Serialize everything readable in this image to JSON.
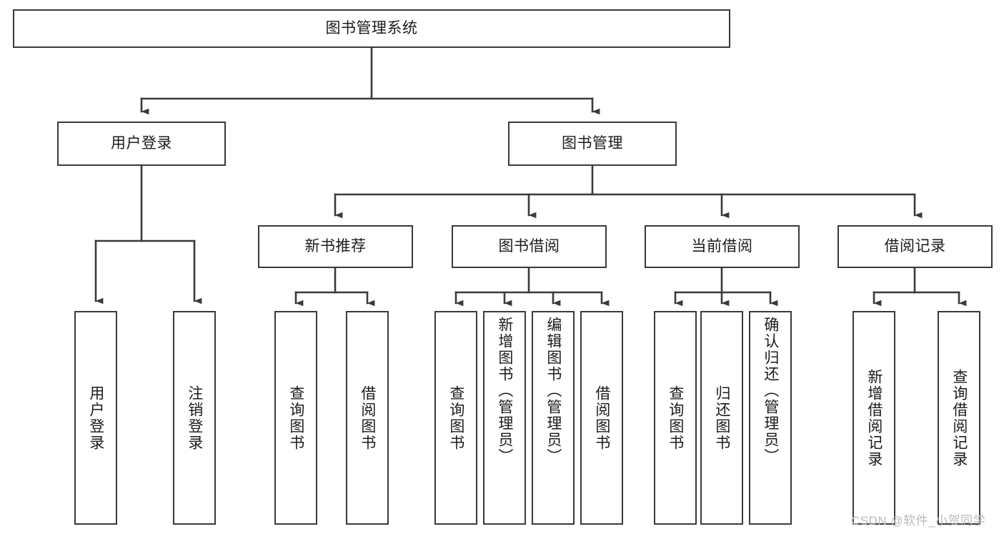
{
  "diagram": {
    "type": "hierarchy-tree",
    "title": "图书管理系统",
    "root": {
      "id": "root",
      "label": "图书管理系统"
    },
    "level2": [
      {
        "id": "user-login",
        "label": "用户登录"
      },
      {
        "id": "book-management",
        "label": "图书管理"
      }
    ],
    "level3": [
      {
        "id": "new-book-recommend",
        "label": "新书推荐",
        "parent": "book-management"
      },
      {
        "id": "book-borrow",
        "label": "图书借阅",
        "parent": "book-management"
      },
      {
        "id": "current-borrow",
        "label": "当前借阅",
        "parent": "book-management"
      },
      {
        "id": "borrow-record",
        "label": "借阅记录",
        "parent": "book-management"
      }
    ],
    "leaves": [
      {
        "id": "leaf-user-login",
        "label": "用户登录",
        "parent": "user-login"
      },
      {
        "id": "leaf-logout-login",
        "label": "注销登录",
        "parent": "user-login"
      },
      {
        "id": "leaf-query-book-1",
        "label": "查询图书",
        "parent": "new-book-recommend"
      },
      {
        "id": "leaf-borrow-book-1",
        "label": "借阅图书",
        "parent": "new-book-recommend"
      },
      {
        "id": "leaf-query-book-2",
        "label": "查询图书",
        "parent": "book-borrow"
      },
      {
        "id": "leaf-add-book",
        "label": "新增图书（管理员）",
        "parent": "book-borrow"
      },
      {
        "id": "leaf-edit-book",
        "label": "编辑图书（管理员）",
        "parent": "book-borrow"
      },
      {
        "id": "leaf-borrow-book-2",
        "label": "借阅图书",
        "parent": "book-borrow"
      },
      {
        "id": "leaf-query-book-3",
        "label": "查询图书",
        "parent": "current-borrow"
      },
      {
        "id": "leaf-return-book",
        "label": "归还图书",
        "parent": "current-borrow"
      },
      {
        "id": "leaf-confirm-return",
        "label": "确认归还（管理员）",
        "parent": "current-borrow"
      },
      {
        "id": "leaf-add-record",
        "label": "新增借阅记录",
        "parent": "borrow-record"
      },
      {
        "id": "leaf-query-record",
        "label": "查询借阅记录",
        "parent": "borrow-record"
      }
    ],
    "colors": {
      "stroke": "#3a3a3a",
      "box_fill": "#ffffff",
      "text": "#1b1b1b",
      "background": "#ffffff",
      "watermark": "#b9b9b9"
    }
  },
  "watermark": {
    "text": "CSDN @软件_小贺同学"
  }
}
